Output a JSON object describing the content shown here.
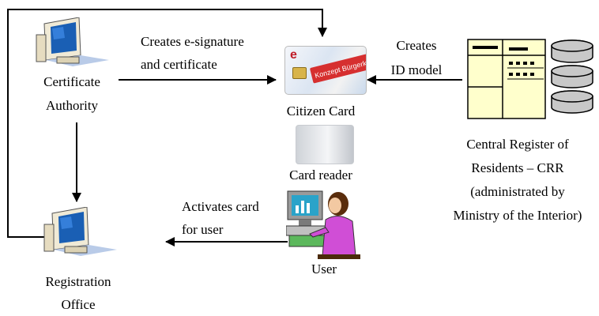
{
  "nodes": {
    "certificate_authority": {
      "line1": "Certificate",
      "line2": "Authority"
    },
    "citizen_card": {
      "label": "Citizen Card",
      "card_text": "Konzept Bürgerkarte",
      "card_logo": "e"
    },
    "card_reader": {
      "label": "Card reader"
    },
    "crr": {
      "line1": "Central Register of",
      "line2": "Residents – CRR",
      "line3": "(administrated by",
      "line4": "Ministry of the Interior)"
    },
    "user": {
      "label": "User"
    },
    "registration_office": {
      "line1": "Registration",
      "line2": "Office"
    }
  },
  "edges": {
    "ca_to_card": {
      "line1": "Creates e-signature",
      "line2": "and certificate"
    },
    "crr_to_card": {
      "line1": "Creates",
      "line2": "ID model"
    },
    "user_to_ro": {
      "line1": "Activates card",
      "line2": "for user"
    }
  },
  "icons": {
    "computer": "desktop-computer-icon",
    "card": "smart-card-icon",
    "reader": "card-reader-icon",
    "register": "database-register-icon",
    "user": "user-at-computer-icon"
  },
  "colors": {
    "monitor_screen": "#1a5fb4",
    "computer_case": "#f0ead6",
    "register_fill": "#ffffcc",
    "db_fill": "#c8c8c8"
  }
}
